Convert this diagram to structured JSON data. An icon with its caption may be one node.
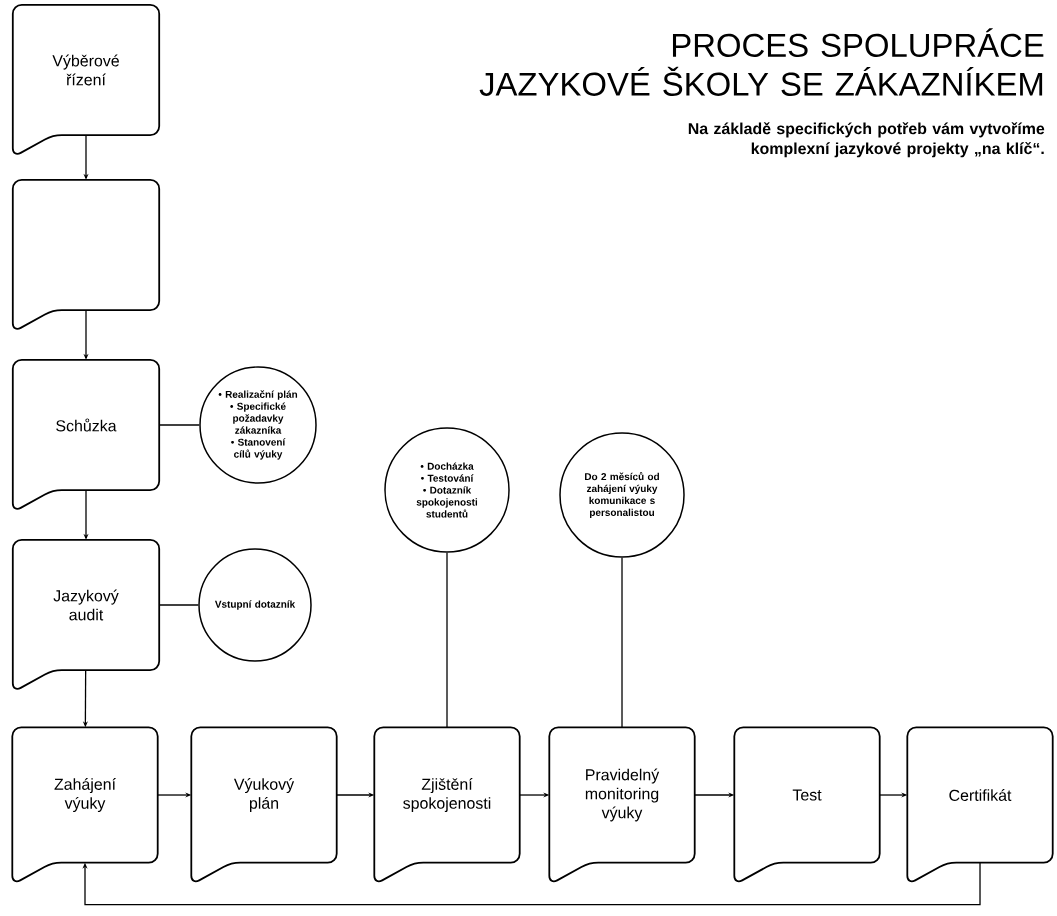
{
  "diagram": {
    "title": "PROCES SPOLUPRÁCE JAZYKOVÉ ŠKOLY SE ZÁKAZNÍKEM",
    "nodes": [
      {
        "text": [
          "Výběrové řízení"
        ]
      },
      {
        "text": [],
        "shape": "box"
      },
      {
        "text": [
          "Schůzka"
        ]
      },
      {
        "text": [
          "• Realizační plán",
          "• Specifické požadavky zákazníka",
          "• Stanovení cílů výuky"
        ]
      },
      {
        "text": [
          "Jazykový audit"
        ]
      },
      {
        "text": [
          "Vstupní dotazník"
        ]
      },
      {
        "text": [
          "• Docházka",
          "• Testování",
          "• Dotazník spokojenosti studentů"
        ]
      },
      {
        "text": [
          "Do 2 měsíců od zahájení výuky komunikace s personalistou"
        ]
      },
      {
        "text": [
          "Zahájení výuky"
        ]
      },
      {
        "text": [
          "Výukový plán"
        ]
      },
      {
        "text": [
          "Zjištění spokojenosti"
        ]
      },
      {
        "text": [
          "Pravidelný monitoring výuky"
        ]
      },
      {
        "text": [
          "Test"
        ]
      },
      {
        "text": [
          "Certifikát"
        ]
      }
    ],
    "edges": [
      {
        "from": 0,
        "to": 1,
        "arrow": "to"
      },
      {
        "from": 1,
        "to": 2,
        "arrow": "to"
      },
      {
        "from": 2,
        "to": 3,
        "arrow": "none"
      },
      {
        "from": 2,
        "to": 4,
        "arrow": "to"
      },
      {
        "from": 4,
        "to": 5,
        "arrow": "none"
      },
      {
        "from": 4,
        "to": 8,
        "arrow": "to"
      },
      {
        "from": 8,
        "to": 9,
        "arrow": "to"
      },
      {
        "from": 9,
        "to": 10,
        "arrow": "to"
      },
      {
        "from": 6,
        "to": 10,
        "arrow": "none"
      },
      {
        "from": 10,
        "to": 11,
        "arrow": "to"
      },
      {
        "from": 7,
        "to": 11,
        "arrow": "none"
      },
      {
        "from": 11,
        "to": 12,
        "arrow": "to"
      },
      {
        "from": 12,
        "to": 13,
        "arrow": "to"
      },
      {
        "from": 13,
        "to": 8,
        "arrow": "to"
      }
    ],
    "labels": [
      "Na základě specifických potřeb vám vytvoříme komplexní jazykové projekty „na klíč“."
    ]
  }
}
